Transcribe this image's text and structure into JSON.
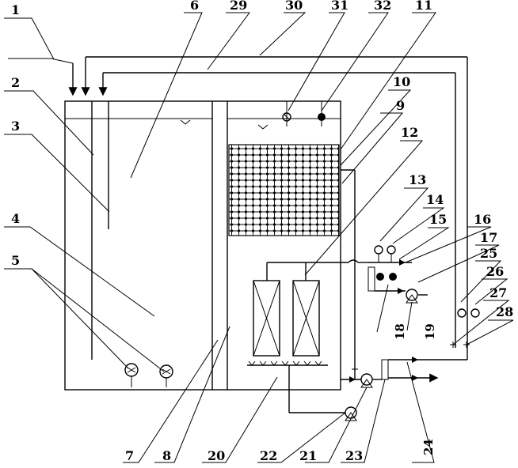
{
  "labels": {
    "n1": "1",
    "n2": "2",
    "n3": "3",
    "n4": "4",
    "n5": "5",
    "n6": "6",
    "n7": "7",
    "n8": "8",
    "n9": "9",
    "n10": "10",
    "n11": "11",
    "n12": "12",
    "n13": "13",
    "n14": "14",
    "n15": "15",
    "n16": "16",
    "n17": "17",
    "n18": "18",
    "n19": "19",
    "n20": "20",
    "n21": "21",
    "n22": "22",
    "n23": "23",
    "n24": "24",
    "n25": "25",
    "n26": "26",
    "n27": "27",
    "n28": "28",
    "n29": "29",
    "n30": "30",
    "n31": "31",
    "n32": "32"
  }
}
